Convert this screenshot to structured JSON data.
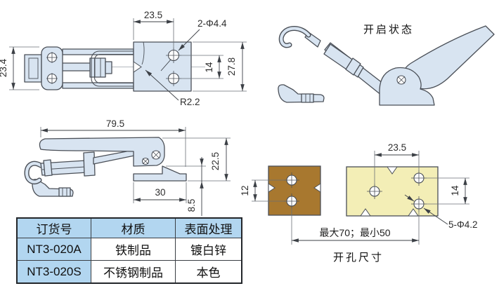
{
  "drawing": {
    "open_state_label": "开启状态",
    "hole_caption": "开孔尺寸",
    "top_view": {
      "dim_width": "23.5",
      "dim_holes": "2-Φ4.4",
      "dim_height": "23.4",
      "dim_hole_span": "14",
      "dim_plate_height": "27.8",
      "dim_radius": "R2.2"
    },
    "side_view": {
      "dim_length": "79.5",
      "dim_height": "22.5",
      "dim_base": "30",
      "dim_offset": "8.5"
    },
    "hole_view": {
      "dim_left_span": "12",
      "dim_top_span": "23.5",
      "dim_right_span": "14",
      "dim_holes": "5-Φ4.2",
      "dim_range": "最大70；最小50"
    }
  },
  "table": {
    "headers": [
      "订货号",
      "材质",
      "表面处理"
    ],
    "rows": [
      [
        "NT3-020A",
        "铁制品",
        "镀白锌"
      ],
      [
        "NT3-020S",
        "不锈钢制品",
        "本色"
      ]
    ]
  },
  "colors": {
    "part_fill": "#d8e4f1",
    "outline": "#4a4f57",
    "brown_plate": "#a8782f",
    "cream_plate": "#f3eeb6",
    "table_accent": "#b2d6f0"
  }
}
